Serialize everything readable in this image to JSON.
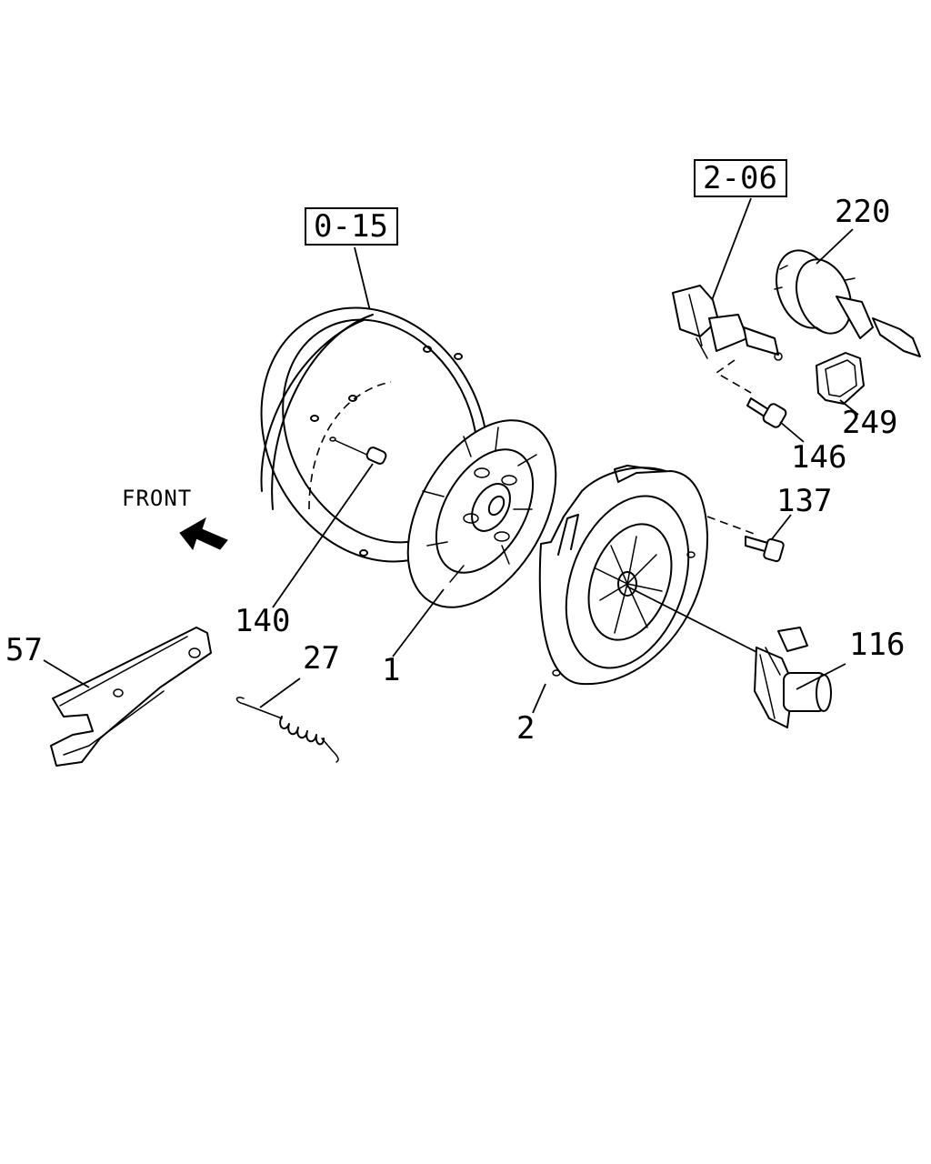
{
  "front_label": "FRONT",
  "reference_boxes": {
    "engine": "0-15",
    "cylinder": "2-06"
  },
  "callouts": {
    "clutch_disc": "1",
    "clutch_cover": "2",
    "spring": "27",
    "fork": "57",
    "release_bearing": "116",
    "cover_bolt": "137",
    "pin": "140",
    "bolt": "146",
    "booster": "220",
    "gasket": "249"
  }
}
